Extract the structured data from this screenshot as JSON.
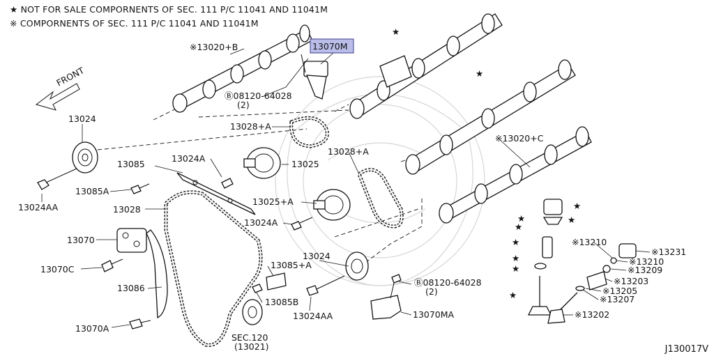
{
  "legend": {
    "line1": "★ NOT FOR SALE COMPORNENTS OF SEC. 111 P/C 11041 AND 11041M",
    "line2": "※ COMPORNENTS OF SEC. 111 P/C 11041 AND 11041M"
  },
  "labels": {
    "p13020b": "※13020+B",
    "p13070m": "13070M",
    "p08120_a": "Ⓑ08120-64028",
    "p08120_a_qty": "(2)",
    "front": "FRONT",
    "p13024_top": "13024",
    "p13028b": "13028+A",
    "p13024a": "13024A",
    "p13025": "13025",
    "p13085": "13085",
    "p13085a": "13085A",
    "p13024aa_left": "13024AA",
    "p13028": "13028",
    "p13025a": "13025+A",
    "p13028a": "13028+A",
    "p13024a_mid": "13024A",
    "p13020c": "※13020+C",
    "p13070": "13070",
    "p13070c": "13070C",
    "p13086": "13086",
    "p13070a": "13070A",
    "p13024_mid": "13024",
    "p13085b_plus": "13085+A",
    "p13085b": "13085B",
    "p13024aa_mid": "13024AA",
    "sec120": "SEC.120",
    "sec120_sub": "(13021)",
    "p08120_b": "Ⓑ08120-64028",
    "p08120_b_qty": "(2)",
    "p13070ma": "13070MA",
    "p13210_a": "※13210",
    "p13231": "※13231",
    "p13210_b": "※13210",
    "p13209": "※13209",
    "p13203": "※13203",
    "p13205": "※13205",
    "p13207": "※13207",
    "p13202": "※13202",
    "code": "J130017V"
  },
  "colors": {
    "ink": "#111111",
    "highlight": "#b9bde8",
    "watermark": "#d6d6d6"
  }
}
